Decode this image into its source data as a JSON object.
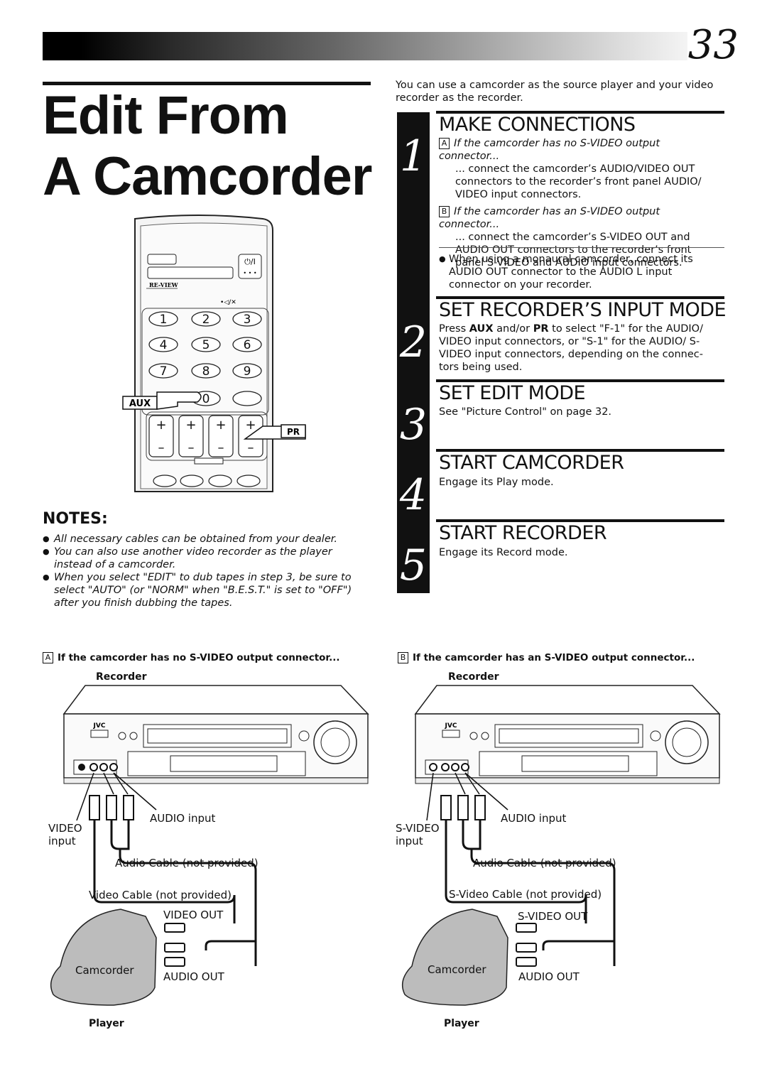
{
  "header": {
    "page_number": "33"
  },
  "title": {
    "line1": "Edit From",
    "line2": "A Camcorder"
  },
  "intro": "You can use a camcorder as the source player and your video recorder as the recorder.",
  "steps": [
    {
      "num": "1",
      "heading": "MAKE CONNECTIONS",
      "a_letter": "A",
      "a_italic": "If the camcorder has no S-VIDEO output connector...",
      "a_text": "... connect the camcorder’s AUDIO/VIDEO OUT connectors to the recorder’s front panel AUDIO/ VIDEO input connectors.",
      "b_letter": "B",
      "b_italic": "If the camcorder has an S-VIDEO output connector...",
      "b_text": "... connect the camcorder’s S-VIDEO OUT and AUDIO OUT connectors to the recorder’s front panel S-VIDEO and AUDIO input connectors.",
      "bullet": "When using a monaural camcorder, connect its AUDIO OUT connector to the AUDIO L input connector on your recorder."
    },
    {
      "num": "2",
      "heading": "SET RECORDER’S INPUT MODE",
      "text_pre": "Press ",
      "aux": "AUX",
      "text_mid": " and/or ",
      "pr": "PR",
      "text_post": " to select \"F-1\" for the AUDIO/ VIDEO input connectors, or \"S-1\" for the AUDIO/ S-VIDEO input connectors, depending on the connec- tors being used."
    },
    {
      "num": "3",
      "heading": "SET EDIT MODE",
      "text": "See \"Picture Control\" on page 32."
    },
    {
      "num": "4",
      "heading": "START CAMCORDER",
      "text": "Engage its Play mode."
    },
    {
      "num": "5",
      "heading": "START RECORDER",
      "text": "Engage its Record mode."
    }
  ],
  "remote": {
    "aux_label": "AUX",
    "pr_label": "PR",
    "keys": [
      "1",
      "2",
      "3",
      "4",
      "5",
      "6",
      "7",
      "8",
      "9",
      "0"
    ],
    "review": "RE-VIEW"
  },
  "notes": {
    "heading": "NOTES:",
    "items": [
      "All necessary cables can be obtained from your dealer.",
      "You can also use another video recorder as the player instead of a camcorder.",
      "When you select \"EDIT\" to dub tapes in step 3, be sure to select \"AUTO\" (or \"NORM\" when \"B.E.S.T.\" is set to \"OFF\") after you finish dubbing the tapes."
    ]
  },
  "diagram_a": {
    "letter": "A",
    "caption": "If the camcorder has no S-VIDEO output connector...",
    "recorder": "Recorder",
    "brand": "JVC",
    "video_input": "VIDEO",
    "input": "input",
    "audio_input": "AUDIO input",
    "audio_cable": "Audio Cable (not provided)",
    "video_cable": "Video Cable (not provided)",
    "video_out": "VIDEO OUT",
    "audio_out": "AUDIO OUT",
    "camcorder": "Camcorder",
    "player": "Player"
  },
  "diagram_b": {
    "letter": "B",
    "caption": "If the camcorder has an S-VIDEO output connector...",
    "recorder": "Recorder",
    "brand": "JVC",
    "video_input": "S-VIDEO",
    "input": "input",
    "audio_input": "AUDIO input",
    "audio_cable": "Audio Cable (not provided)",
    "video_cable": "S-Video Cable (not provided)",
    "video_out": "S-VIDEO OUT",
    "audio_out": "AUDIO OUT",
    "camcorder": "Camcorder",
    "player": "Player"
  }
}
